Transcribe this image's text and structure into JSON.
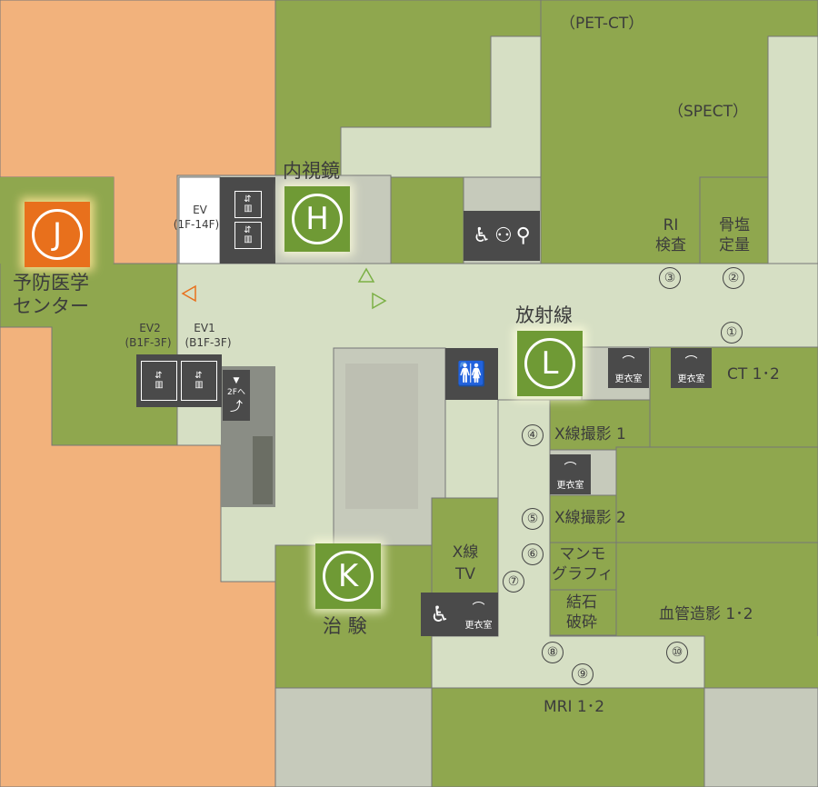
{
  "colors": {
    "orange_zone": "#f2b27c",
    "green_dept": "#8fa74e",
    "dark_green": "#7c9445",
    "corridor": "#d6dfc4",
    "gray_zone": "#c6cabb",
    "badge_green": "#6f9a35",
    "badge_orange": "#e8701c",
    "icon_dark": "#4a4a4a"
  },
  "badges": {
    "j": {
      "letter": "J"
    },
    "h": {
      "letter": "H"
    },
    "l": {
      "letter": "L"
    },
    "k": {
      "letter": "K"
    }
  },
  "labels": {
    "naishikyo": "内視鏡",
    "yobo_line1": "予防医学",
    "yobo_line2": "センター",
    "hoshasen": "放射線",
    "chiken": "治 験",
    "pet_ct": "（PET-CT）",
    "spect": "（SPECT）",
    "ri_line1": "RI",
    "ri_line2": "検査",
    "kotsuen_line1": "骨塩",
    "kotsuen_line2": "定量",
    "ct": "CT 1･2",
    "xray1": "X線撮影 1",
    "xray2": "X線撮影 2",
    "mammo_line1": "マンモ",
    "mammo_line2": "グラフィ",
    "kesseki_line1": "結石",
    "kesseki_line2": "破砕",
    "kekkan": "血管造影 1･2",
    "xtv_line1": "X線",
    "xtv_line2": "TV",
    "mri": "MRI 1･2",
    "ev_line1": "EV",
    "ev_line2": "(1F-14F)",
    "ev2_line1": "EV2",
    "ev2_line2": "(B1F-3F)",
    "ev1_line1": "EV1",
    "ev1_line2": "(B1F-3F)",
    "escalator_sign": "2Fへ"
  },
  "numbers": [
    "①",
    "②",
    "③",
    "④",
    "⑤",
    "⑥",
    "⑦",
    "⑧",
    "⑨",
    "⑩"
  ],
  "icons": {
    "changing_room": "更衣室",
    "elevator": "elevator-icon",
    "wheelchair": "wheelchair-icon",
    "baby": "baby-care-icon",
    "toilet": "restroom-icon"
  }
}
